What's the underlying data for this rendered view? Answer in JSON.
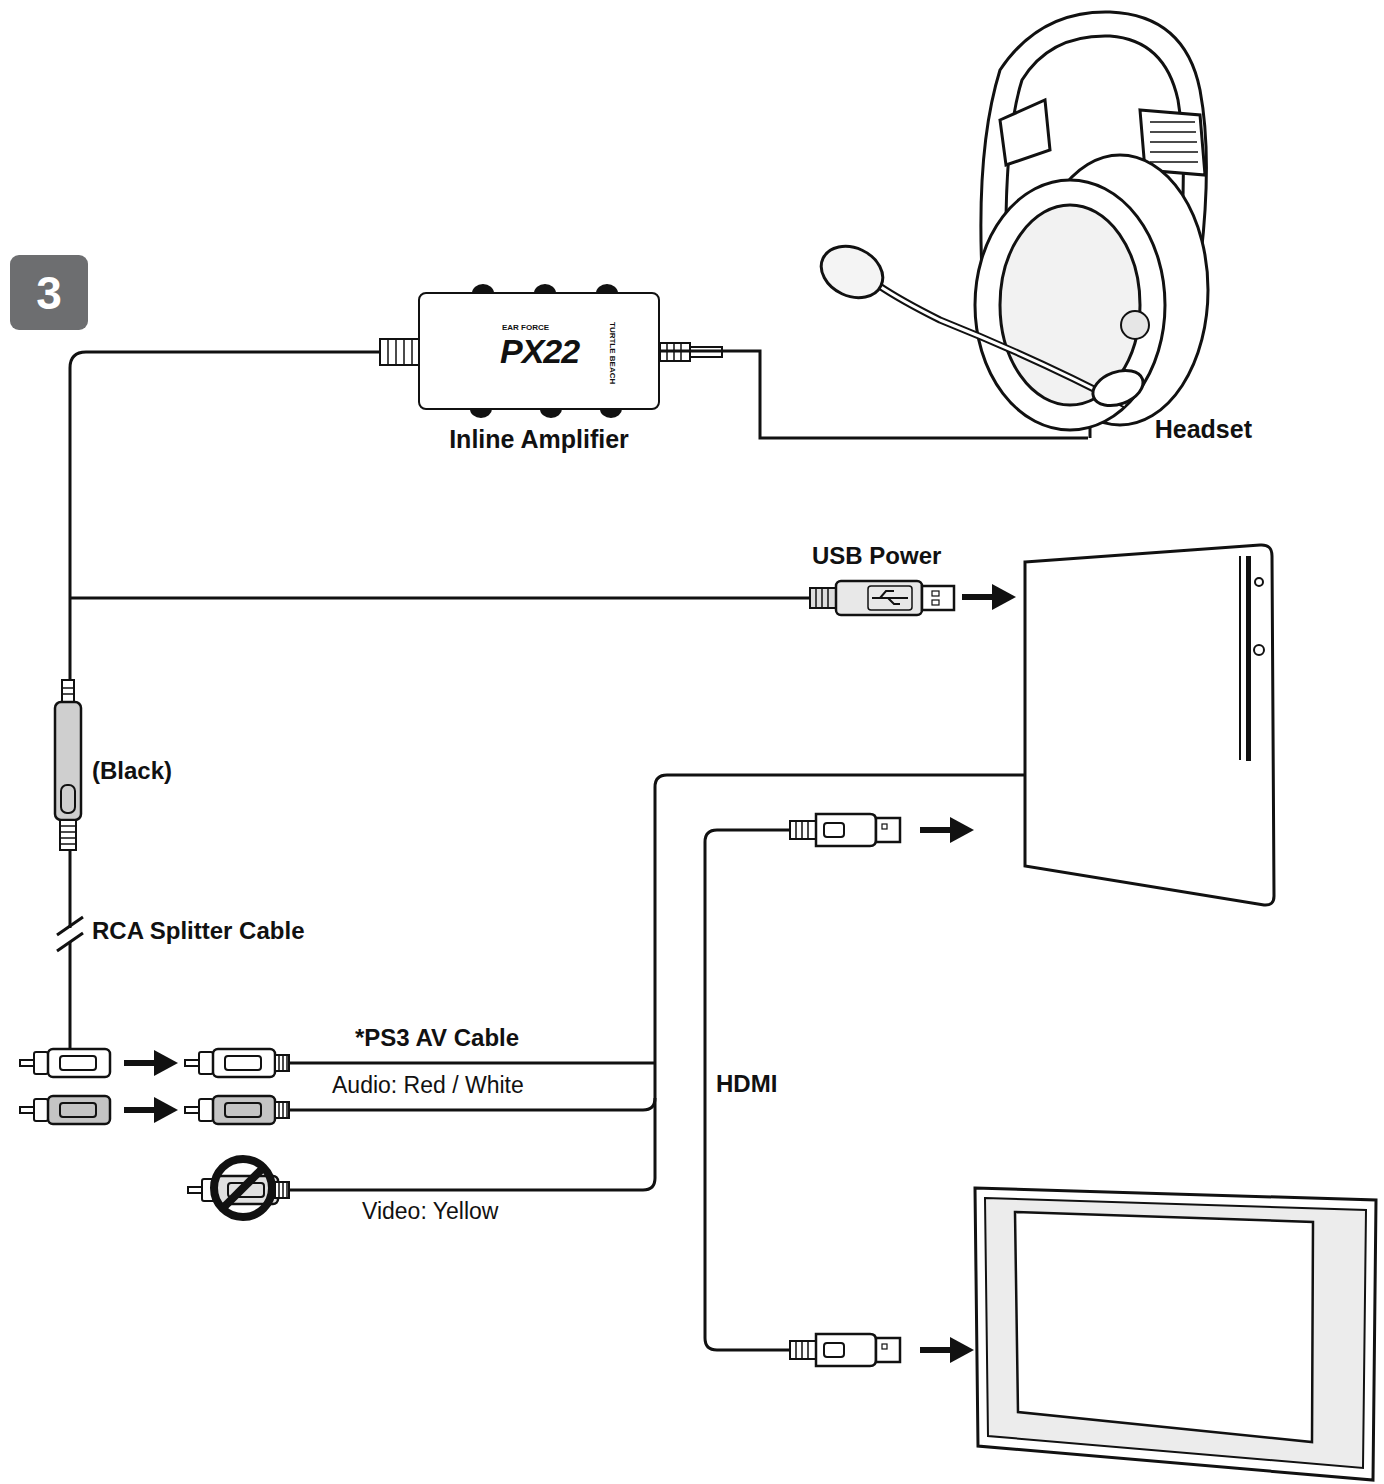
{
  "diagram": {
    "nodes": [
      {
        "text": [
          "3"
        ]
      },
      {
        "text": [
          "EAR FORCE",
          "PX22",
          "TURTLE BEACH",
          "Inline Amplifier"
        ]
      },
      {
        "text": [
          "Headset"
        ]
      }
    ],
    "edges": [
      {
        "from": 1,
        "to": 2,
        "arrow": "none"
      }
    ],
    "labels": [
      "USB Power",
      "(Black)",
      "RCA Splitter Cable",
      "*PS3 AV Cable",
      "Audio: Red / White",
      "Video: Yellow",
      "HDMI"
    ]
  }
}
